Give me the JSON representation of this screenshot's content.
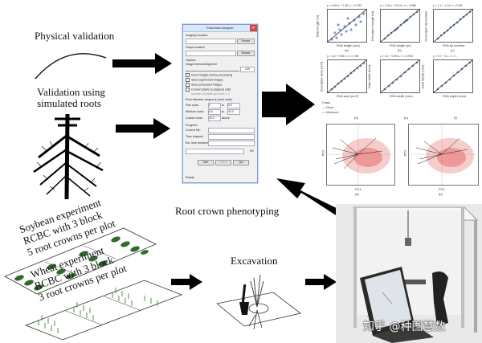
{
  "labels": {
    "physical_validation": "Physical validation",
    "simulated_roots_line1": "Validation using",
    "simulated_roots_line2": "simulated roots",
    "root_crown": "Root crown phenotyping",
    "excavation": "Excavation",
    "soybean": [
      "Soybean experiment",
      "RCBC with 3 block",
      "5 root crowns per plot"
    ],
    "wheat": [
      "Wheat experiment",
      "RCBC with 3 block",
      "3 root crowns per plot"
    ]
  },
  "dialog": {
    "title": "RhizoVision Analyzer",
    "image_location": "Image(s) location",
    "output_location": "Output location",
    "browse": "Browse",
    "options": "Options",
    "threshold_label": "Image thresholding level",
    "threshold_value": "120",
    "invert": "Invert images before processing",
    "save_segmented": "Save segmented images",
    "save_processed": "Save processed images",
    "convert_pixels": "Convert pixels to physical units",
    "ppi_label": "Number of pixels per inch:",
    "ppi_value": "1.0",
    "diam_ranges": "Root diameter ranges (in pixel units)",
    "fine": "Fine roots:",
    "fine_val": "0",
    "medium": "Medium roots:",
    "medium_val": "5.0",
    "coarse": "Coarse roots:",
    "coarse_val": "20.0",
    "to": "to",
    "above": "above",
    "progress": "Progress",
    "current_file": "Current file:",
    "time_elapsed": "Time elapsed:",
    "est_time": "Est. time remaining:",
    "percent": "0%",
    "start": "Start",
    "pause": "Pause",
    "quit": "Quit",
    "status": "Ready."
  },
  "plots": {
    "eq_a": "y = 0.94 x + 1.29, r² = 0.792",
    "eq_b": "y = 1.01 x + 0.97x, r² = 0.989",
    "eq_c": "y = 1 x + 1.14, r² = 0.99",
    "eq_d": "y = 0.2 + 0.96 x, r² = 0.98",
    "eq_e": "y = 0.1 + 0.99 x, r² = 0.992",
    "eq_f": "y = 0.7 + 1 x, r² = 1",
    "x_a": "RVA length (cm)",
    "x_b": "RVA length (m)",
    "x_c": "RVA tip number",
    "x_d": "RVA area (cm²)",
    "x_e": "RVA width (mm)",
    "x_f": "RVA depth (mm)",
    "y_a": "Data length (m)",
    "y_b": "Descriptor length (m)",
    "y_c": "Descriptor tip number",
    "y_d": "Descriptor area (cm²)",
    "y_e": "Data width (mm)",
    "y_f": "Data depth (mm)",
    "tags": [
      "(a)",
      "(b)",
      "(c)",
      "(d)",
      "(e)",
      "(f)"
    ],
    "legend_title": "Class",
    "legend": [
      "Dicot",
      "Monocot"
    ],
    "pc1": "PC1",
    "pc2": "PC2",
    "pca_tags": [
      "(a)",
      "(b)"
    ],
    "colors": {
      "blue": "#4a78b8",
      "pink": "#e8706e",
      "dark": "#222222"
    }
  },
  "watermark": "知乎 @种图慧数"
}
